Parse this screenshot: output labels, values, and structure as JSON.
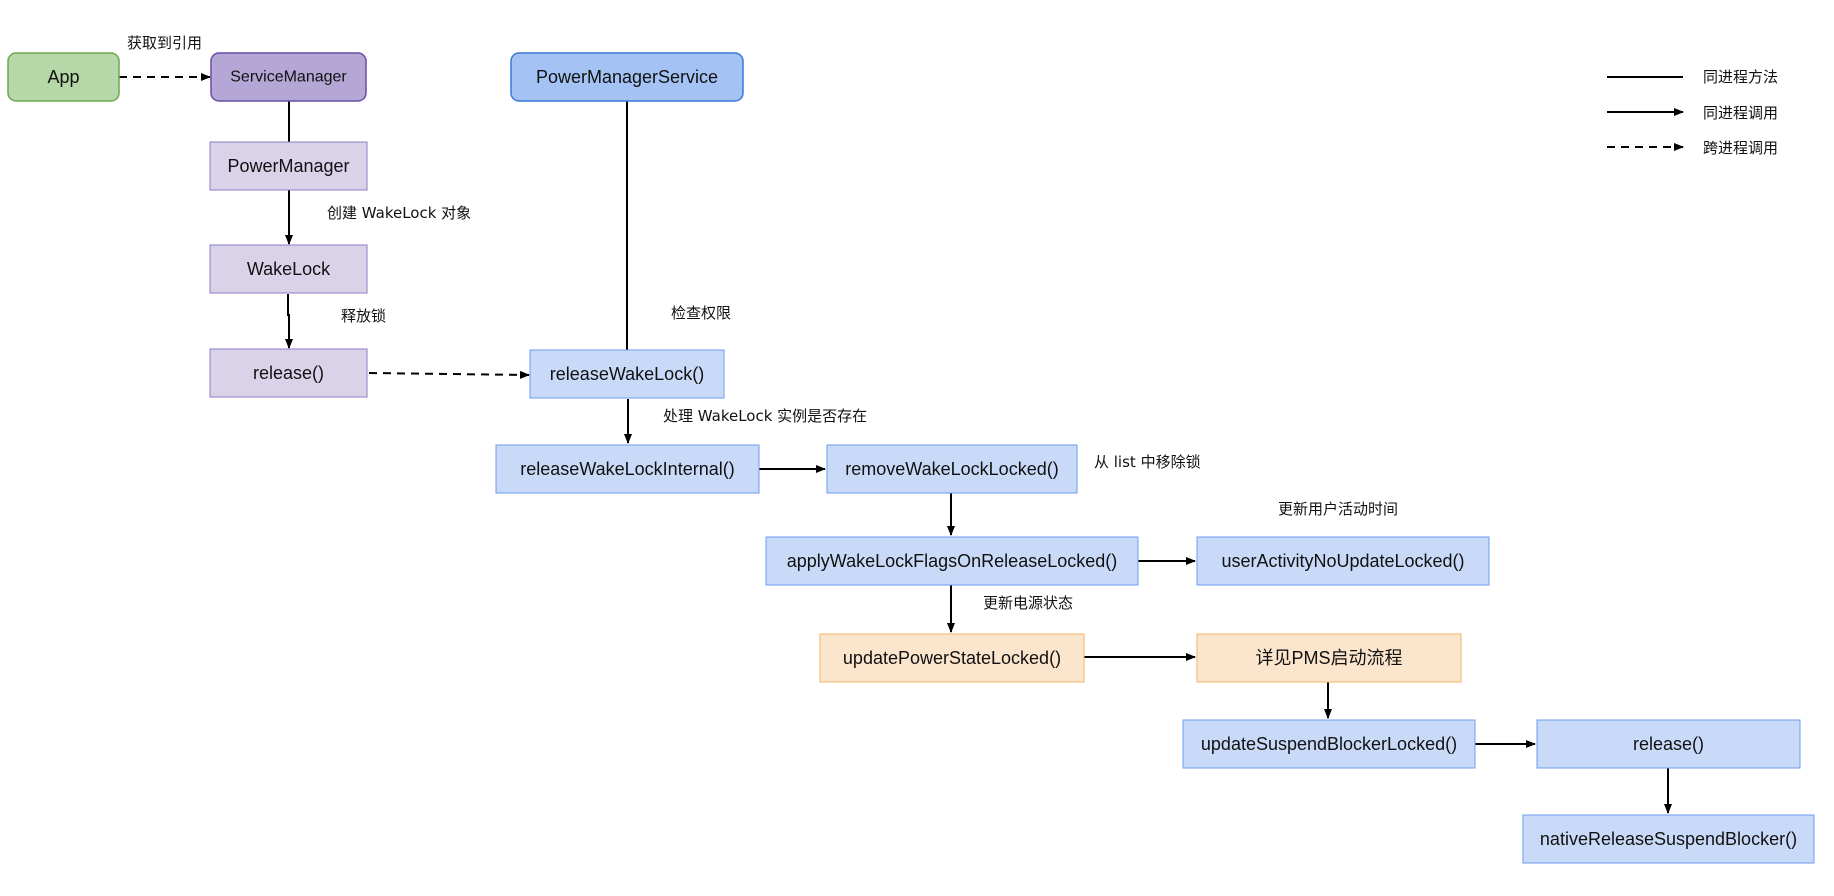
{
  "colors": {
    "green_fill": "#b6d7a8",
    "green_stroke": "#6aa84f",
    "purple_fill": "#b4a7d6",
    "purple_stroke": "#674ea7",
    "lavender_fill": "#d9d2e9",
    "lavender_stroke": "#8e7cc3",
    "blue_fill": "#a4c2f4",
    "blue_stroke": "#3c78d8",
    "lightblue_fill": "#c9daf8",
    "lightblue_stroke": "#6d9eeb",
    "orange_fill": "#fce5cd",
    "orange_stroke": "#f6b26b",
    "line": "#000000"
  },
  "nodes": {
    "app": "App",
    "service_manager": "ServiceManager",
    "power_manager": "PowerManager",
    "wake_lock": "WakeLock",
    "release_client": "release()",
    "power_manager_service": "PowerManagerService",
    "release_wake_lock": "releaseWakeLock()",
    "release_wake_lock_internal": "releaseWakeLockInternal()",
    "remove_wake_lock_locked": "removeWakeLockLocked()",
    "apply_flags_on_release": "applyWakeLockFlagsOnReleaseLocked()",
    "user_activity_no_update": "userActivityNoUpdateLocked()",
    "update_power_state": "updatePowerStateLocked()",
    "see_pms_startup": "详见PMS启动流程",
    "update_suspend_blocker": "updateSuspendBlockerLocked()",
    "release_blocker": "release()",
    "native_release_suspend_blocker": "nativeReleaseSuspendBlocker()"
  },
  "edge_labels": {
    "get_reference": "获取到引用",
    "create_wakelock": "创建 WakeLock 对象",
    "release_lock": "释放锁",
    "check_permission": "检查权限",
    "handle_instance_exists": "处理 WakeLock 实例是否存在",
    "remove_from_list": "从 list 中移除锁",
    "update_user_activity": "更新用户活动时间",
    "update_power_state": "更新电源状态"
  },
  "legend": {
    "same_process_method": "同进程方法",
    "same_process_call": "同进程调用",
    "cross_process_call": "跨进程调用"
  }
}
